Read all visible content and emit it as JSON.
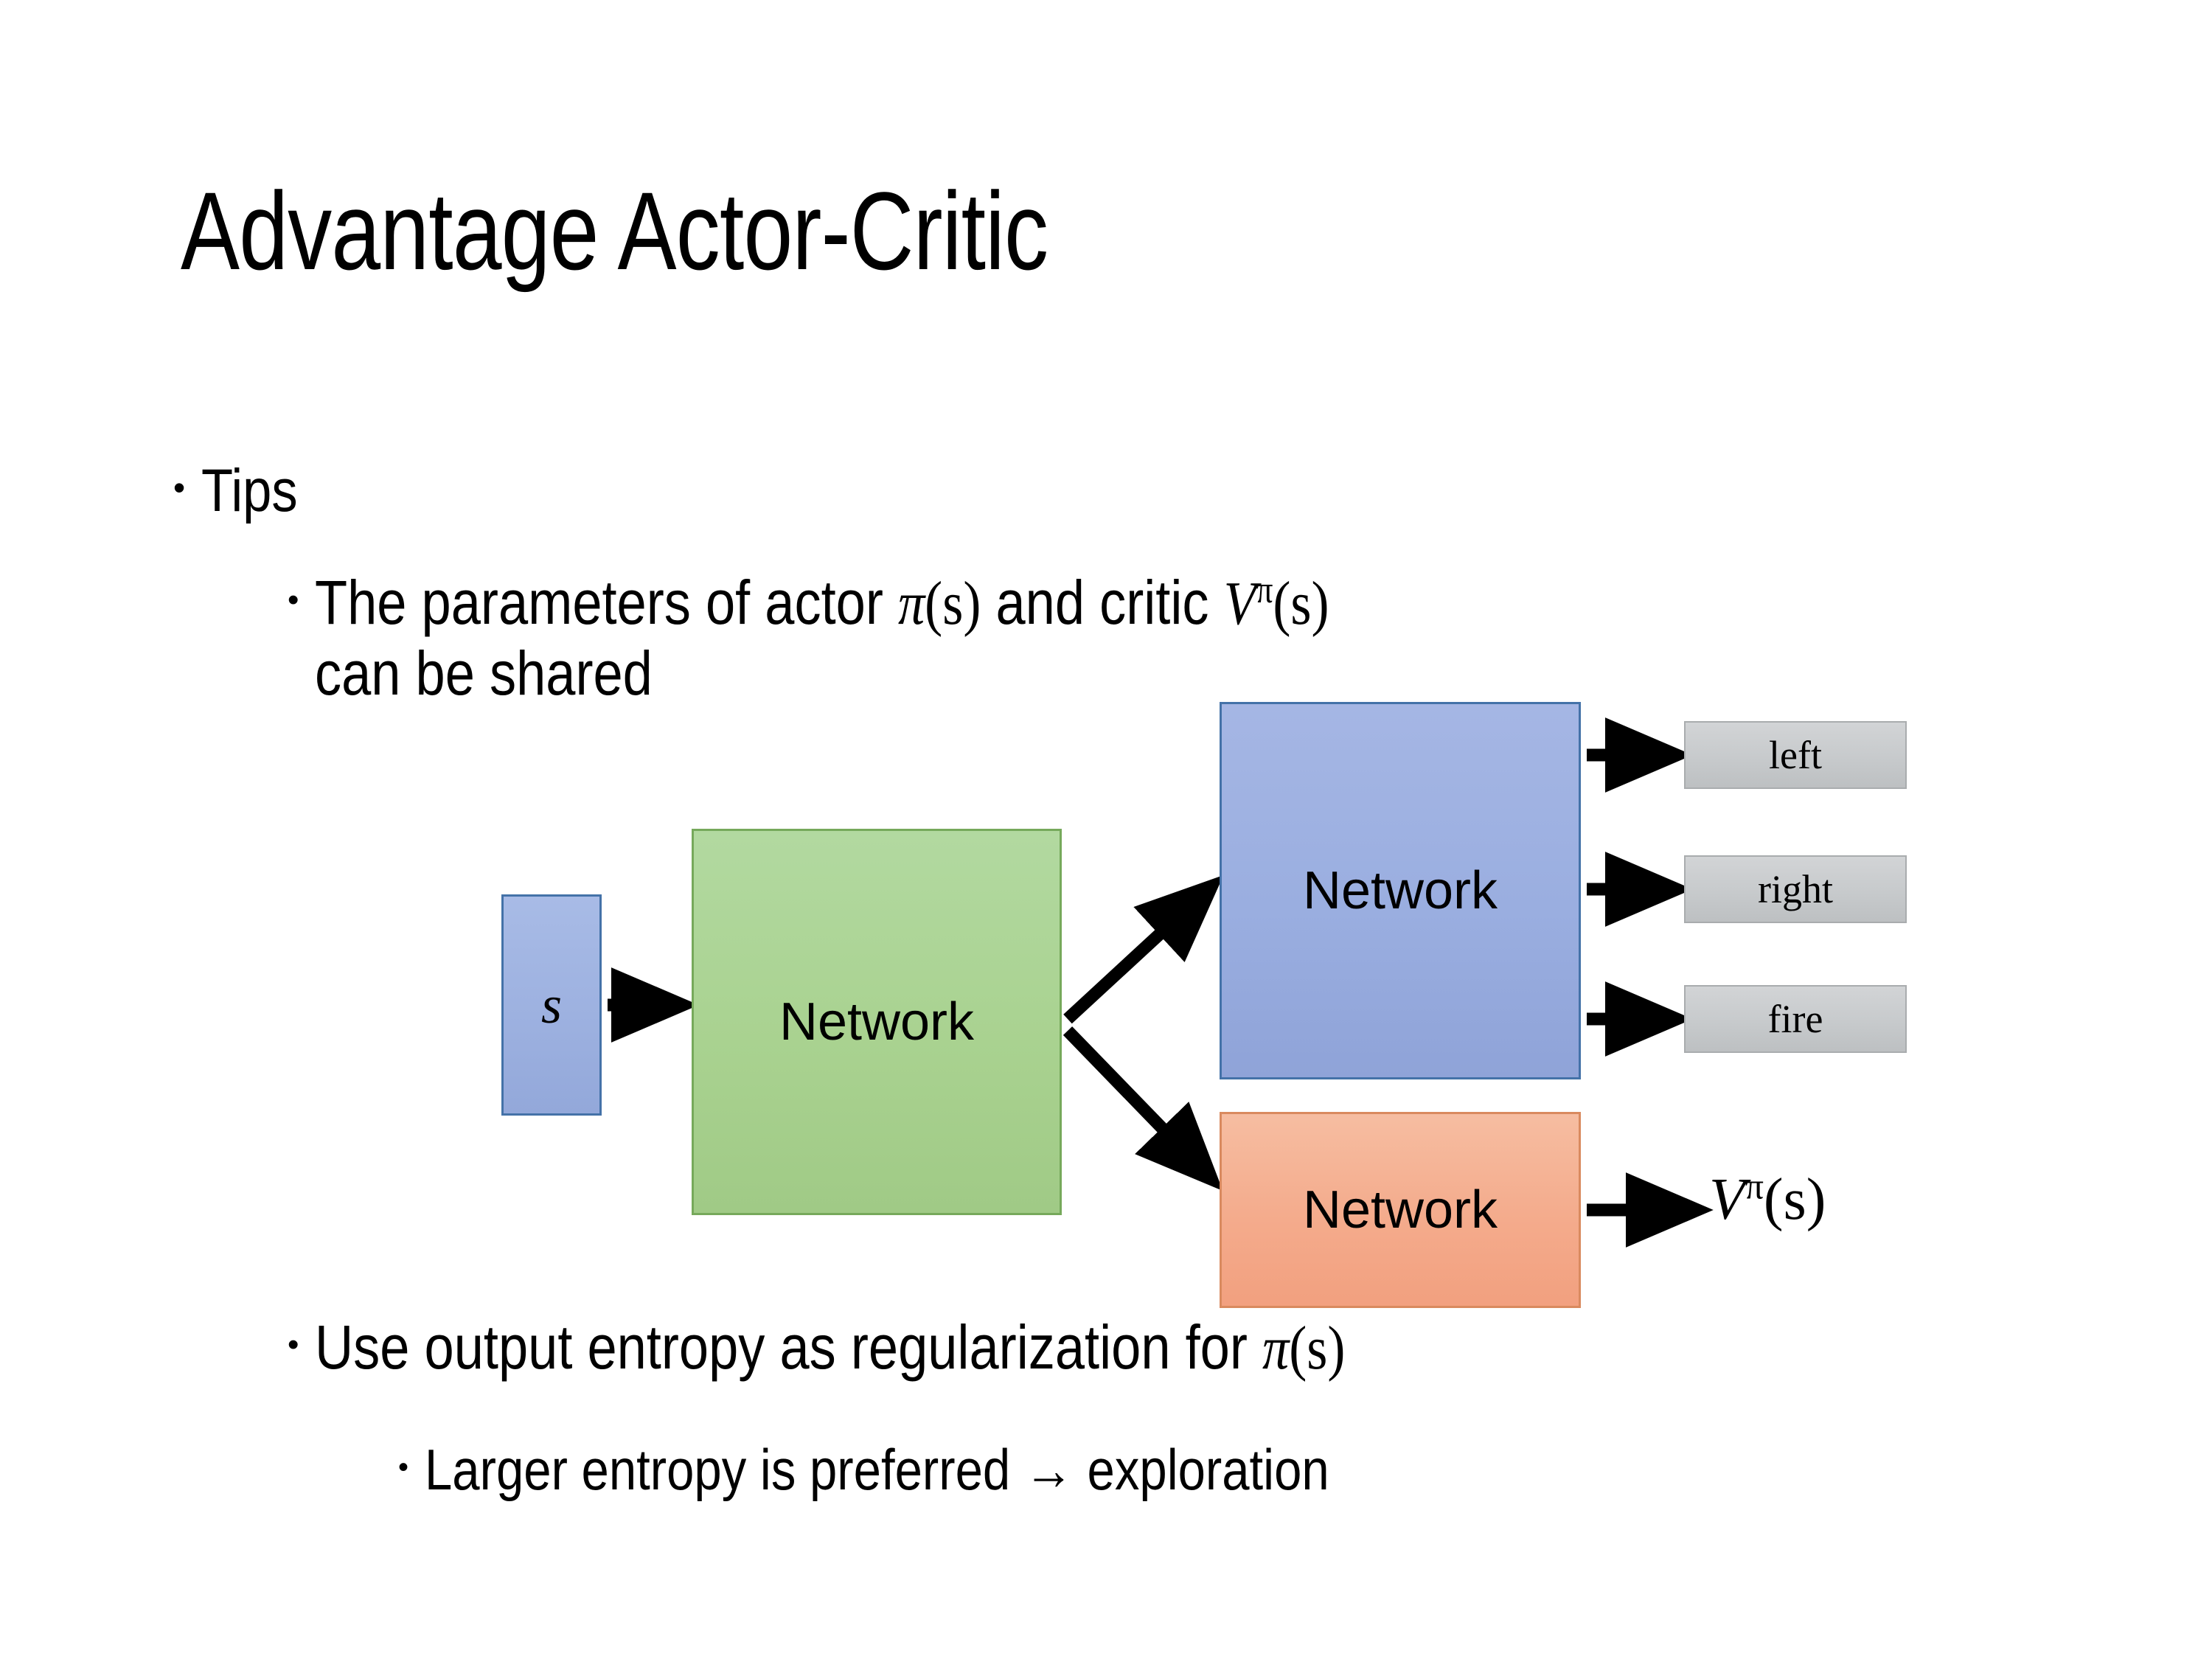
{
  "slide": {
    "title": "Advantage Actor-Critic",
    "background_color": "#ffffff"
  },
  "bullets": [
    {
      "level": 1,
      "marker": "•",
      "text": "Tips"
    },
    {
      "level": 2,
      "marker": "•",
      "line1_prefix": "The parameters of actor ",
      "line1_math_pi": "π",
      "line1_math_pi_arg": "(s)",
      "line1_middle": " and critic ",
      "line1_math_v": "V",
      "line1_math_v_sup": "π",
      "line1_math_v_arg": "(s)",
      "line2": "can be shared",
      "plain_text": "The parameters of actor π(s)  and critic Vπ(s) can be shared"
    },
    {
      "level": 2,
      "marker": "•",
      "prefix": "Use output entropy as regularization for ",
      "math_pi": "π",
      "math_pi_arg": "(s)",
      "plain_text": "Use output entropy as regularization for π(s)"
    },
    {
      "level": 3,
      "marker": "•",
      "text": "Larger entropy is preferred → exploration"
    }
  ],
  "diagram": {
    "input_node": {
      "label": "s",
      "fill": "#9db1e0",
      "border": "#4472a8"
    },
    "shared_node": {
      "label": "Network",
      "fill": "#a9d290",
      "border": "#76a95b"
    },
    "actor_node": {
      "label": "Network",
      "fill": "#9aaee0",
      "border": "#4472a8"
    },
    "critic_node": {
      "label": "Network",
      "fill": "#f4ab8c",
      "border": "#d98a5f"
    },
    "action_outputs": [
      {
        "label": "left",
        "fill": "#c7cacc"
      },
      {
        "label": "right",
        "fill": "#c7cacc"
      },
      {
        "label": "fire",
        "fill": "#c7cacc"
      }
    ],
    "value_output": {
      "symbol": "V",
      "superscript": "π",
      "argument": "(s)",
      "plain_text": "Vπ(s)"
    },
    "arrow_color": "#000000"
  }
}
